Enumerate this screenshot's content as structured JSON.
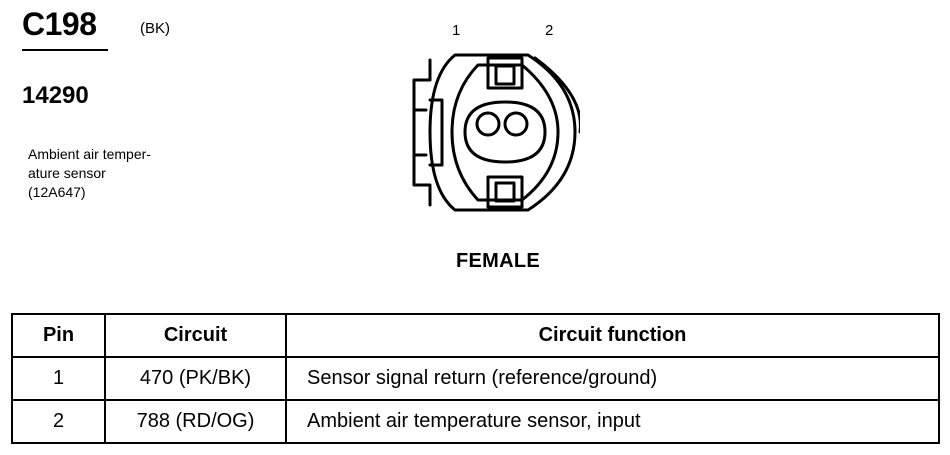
{
  "connector": {
    "id": "C198",
    "color_code": "(BK)",
    "part_number": "14290",
    "description_lines": [
      "Ambient air temper-",
      "ature sensor",
      "(12A647)"
    ],
    "pin_labels": [
      "1",
      "2"
    ],
    "gender": "FEMALE"
  },
  "table": {
    "headers": [
      "Pin",
      "Circuit",
      "Circuit function"
    ],
    "rows": [
      {
        "pin": "1",
        "circuit": "470 (PK/BK)",
        "function": "Sensor signal return (reference/ground)"
      },
      {
        "pin": "2",
        "circuit": "788 (RD/OG)",
        "function": "Ambient air temperature sensor, input"
      }
    ]
  }
}
